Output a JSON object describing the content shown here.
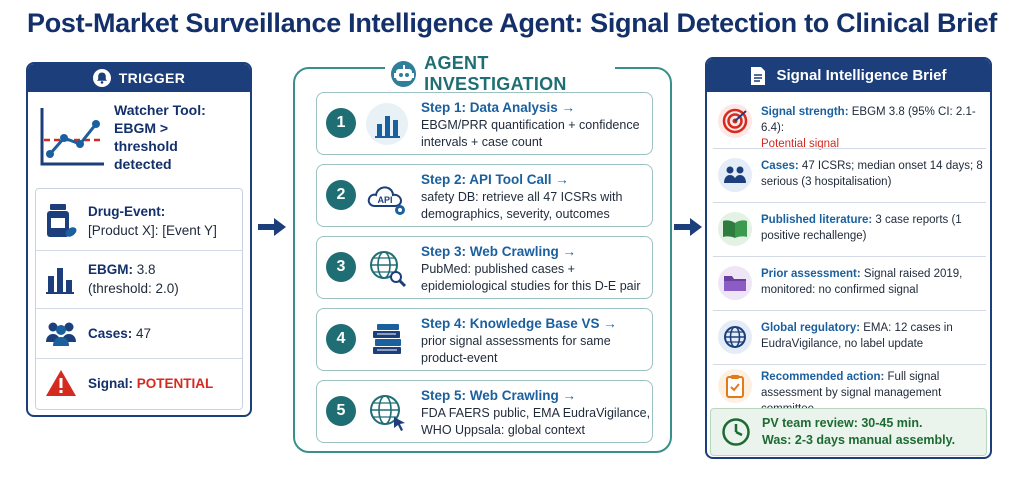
{
  "title": "Post-Market Surveillance Intelligence Agent: Signal Detection to Clinical Brief",
  "trigger": {
    "header": "TRIGGER",
    "watcher": "Watcher Tool: EBGM > threshold detected",
    "items": [
      {
        "label": "Drug-Event:",
        "value": "[Product X]: [Event Y]"
      },
      {
        "label": "EBGM:",
        "value": "3.8",
        "value2": "(threshold: 2.0)"
      },
      {
        "label": "Cases:",
        "value": "47"
      },
      {
        "label": "Signal:",
        "value": "POTENTIAL"
      }
    ]
  },
  "agent": {
    "header": "AGENT INVESTIGATION",
    "steps": [
      {
        "num": "1",
        "title": "Step 1: Data Analysis →",
        "desc": "EBGM/PRR quantification + confidence intervals + case count"
      },
      {
        "num": "2",
        "title": "Step 2: API Tool Call →",
        "desc": "safety DB: retrieve all 47 ICSRs with demographics, severity, outcomes",
        "icon_label": "API"
      },
      {
        "num": "3",
        "title": "Step 3: Web Crawling →",
        "desc": "PubMed: published cases + epidemiological studies for this D-E pair"
      },
      {
        "num": "4",
        "title": "Step 4: Knowledge Base VS →",
        "desc": "prior signal assessments for same product-event"
      },
      {
        "num": "5",
        "title": "Step 5: Web Crawling →",
        "desc": "FDA FAERS public, EMA EudraVigilance, WHO Uppsala: global context"
      }
    ]
  },
  "brief": {
    "header": "Signal Intelligence Brief",
    "items": [
      {
        "label": "Signal strength:",
        "value": "EBGM 3.8 (95% CI: 2.1-6.4):",
        "value2": "Potential signal"
      },
      {
        "label": "Cases:",
        "value": "47 ICSRs; median onset 14 days; 8 serious (3 hospitalisation)"
      },
      {
        "label": "Published literature:",
        "value": "3 case reports (1 positive rechallenge)"
      },
      {
        "label": "Prior assessment:",
        "value": "Signal raised 2019, monitored: no confirmed signal"
      },
      {
        "label": "Global regulatory:",
        "value": "EMA: 12 cases in EudraVigilance, no label update"
      },
      {
        "label": "Recommended action:",
        "value": "Full signal assessment by signal management committee"
      }
    ],
    "review_line1": "PV team review: 30-45 min.",
    "review_line2": "Was: 2-3 days manual assembly."
  },
  "colors": {
    "navy": "#1c3f7c",
    "teal": "#1f6e74",
    "red": "#d42a1f",
    "green": "#1d6a33"
  }
}
